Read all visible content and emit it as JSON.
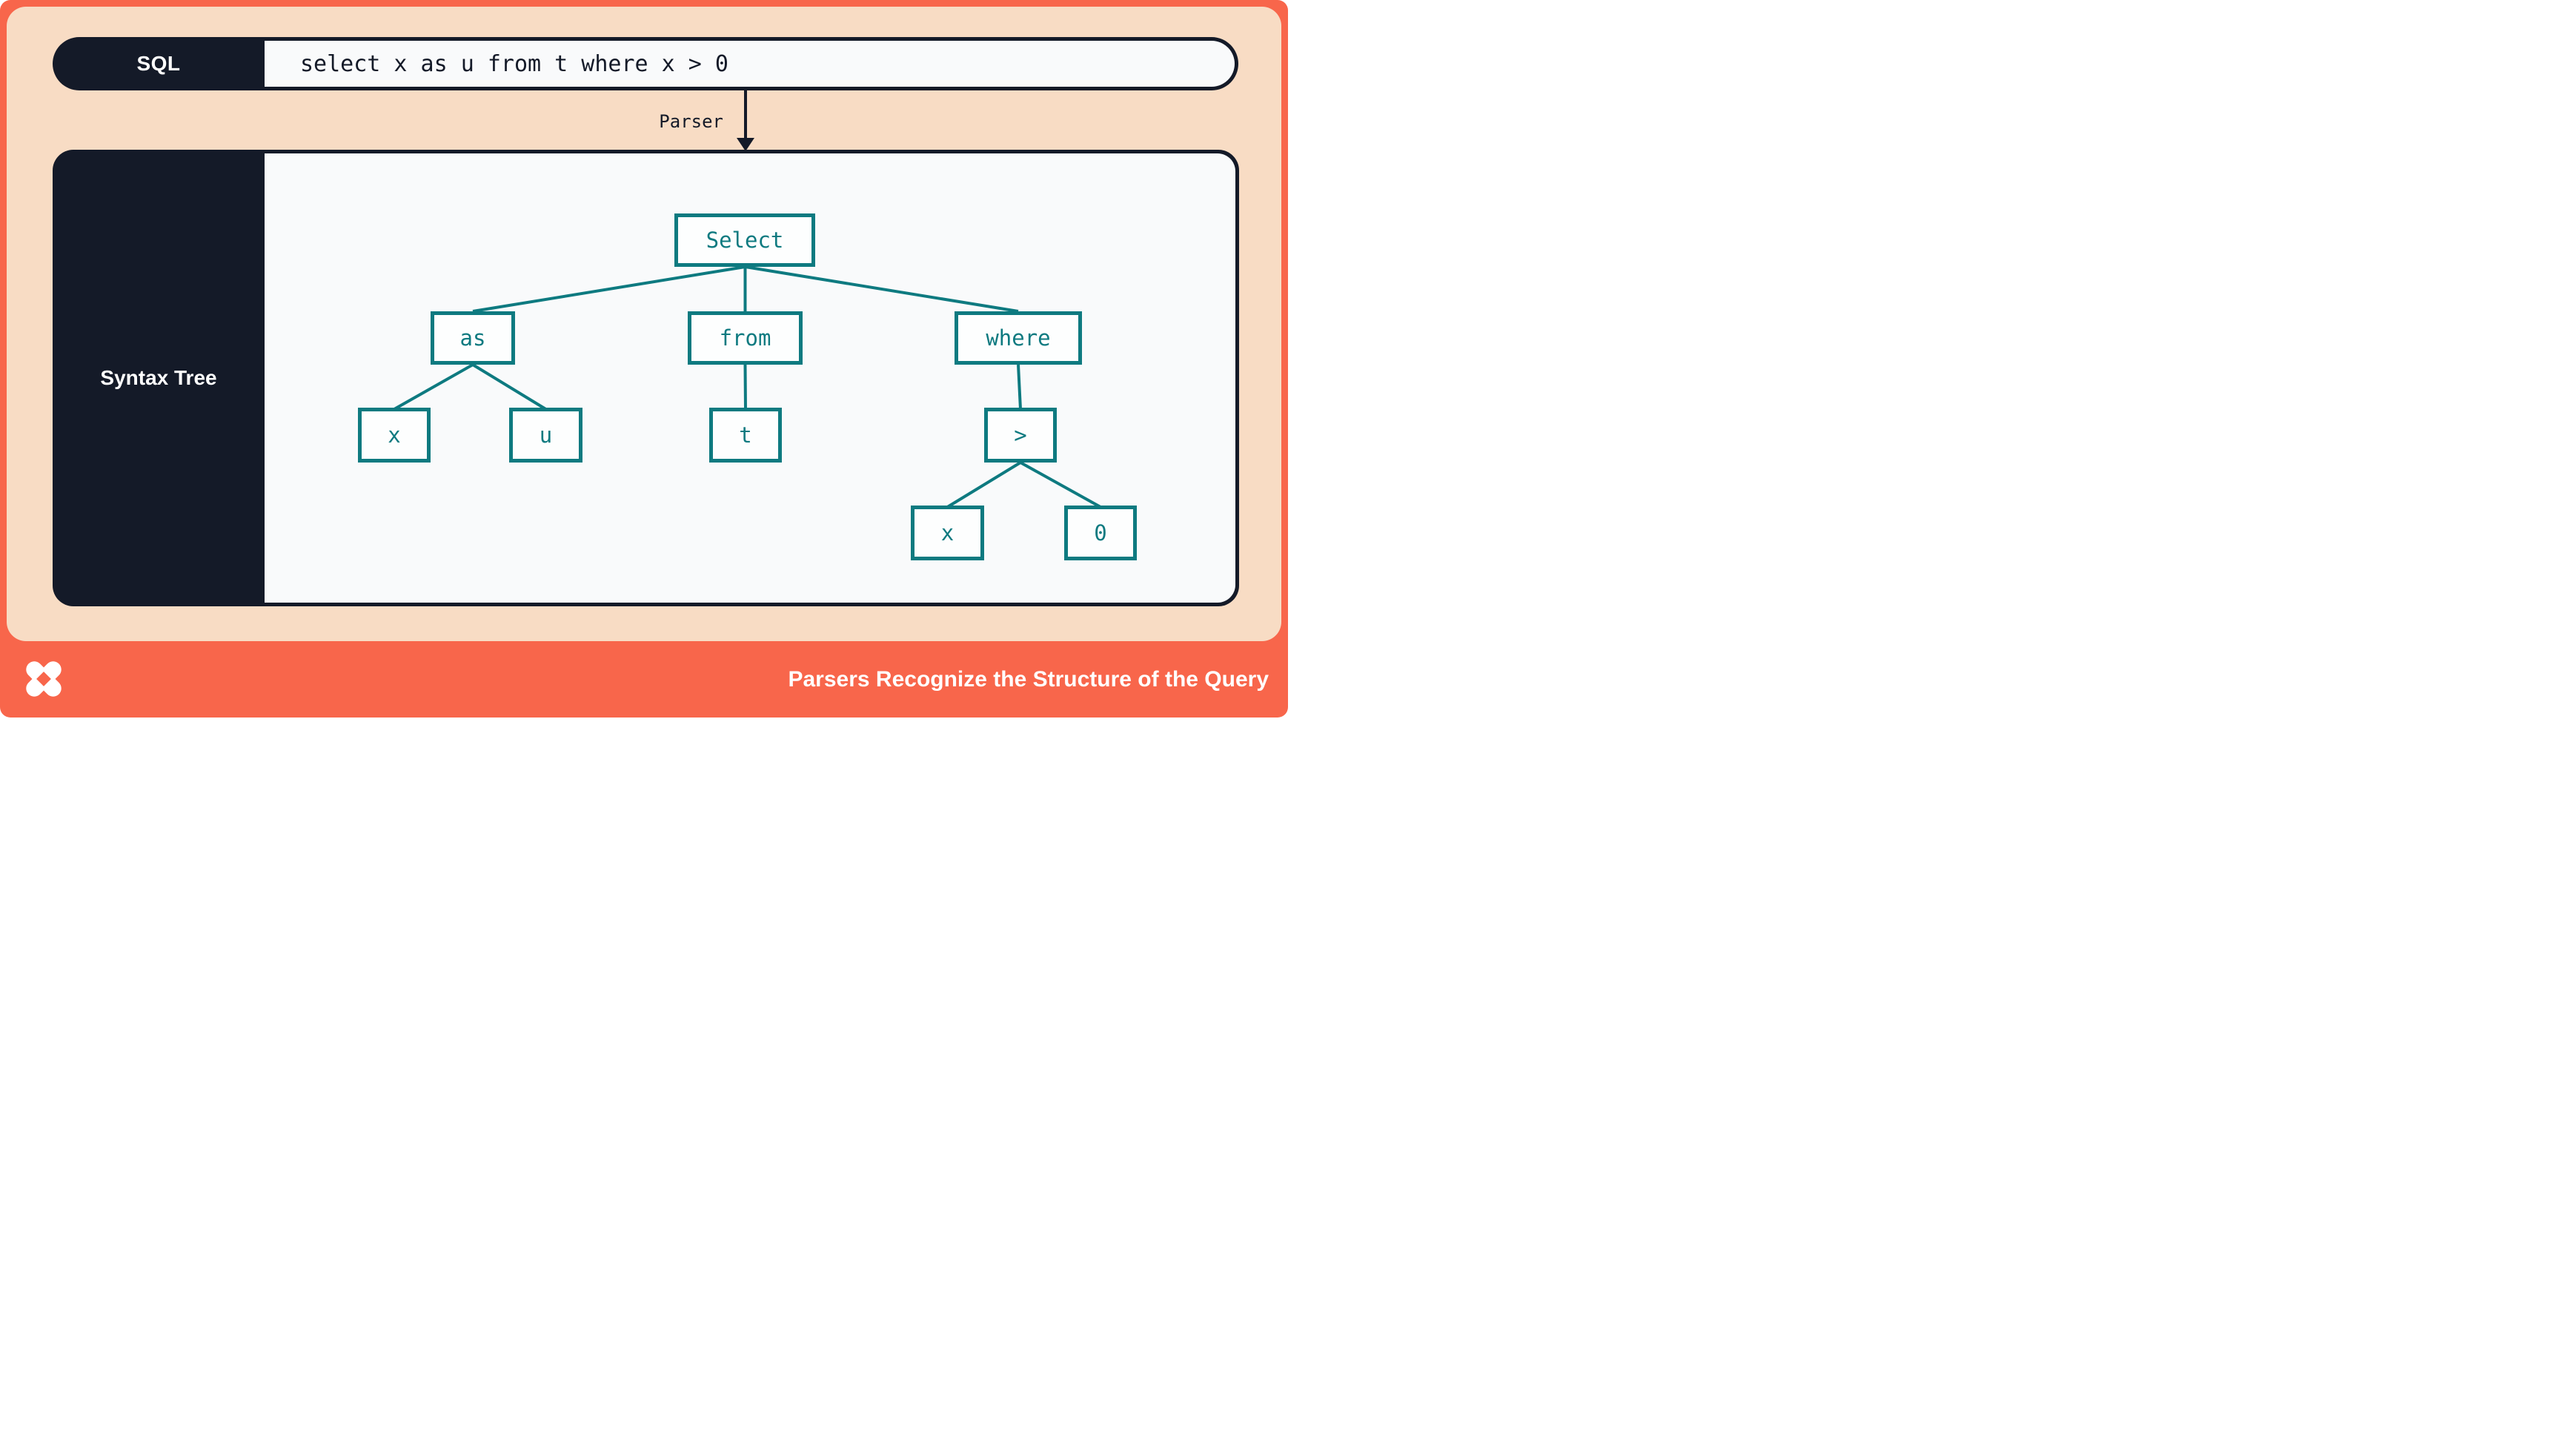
{
  "slide": {
    "sql_bar": {
      "label": "SQL",
      "query": "select x as u from t where x > 0"
    },
    "parser": {
      "label": "Parser"
    },
    "syntax_tree": {
      "panel_label": "Syntax Tree",
      "nodes": {
        "select": {
          "label": "Select"
        },
        "as": {
          "label": "as"
        },
        "from": {
          "label": "from"
        },
        "where": {
          "label": "where"
        },
        "x1": {
          "label": "x"
        },
        "u": {
          "label": "u"
        },
        "t": {
          "label": "t"
        },
        "gt": {
          "label": ">"
        },
        "x2": {
          "label": "x"
        },
        "zero": {
          "label": "0"
        }
      },
      "edges": [
        [
          "Select",
          "as"
        ],
        [
          "Select",
          "from"
        ],
        [
          "Select",
          "where"
        ],
        [
          "as",
          "x"
        ],
        [
          "as",
          "u"
        ],
        [
          "from",
          "t"
        ],
        [
          "where",
          ">"
        ],
        [
          ">",
          "x"
        ],
        [
          ">",
          "0"
        ]
      ]
    },
    "footer": {
      "caption": "Parsers Recognize the Structure of the Query",
      "logo": "dbt-pinwheel-logo"
    }
  },
  "colors": {
    "coral": "#F8664B",
    "peach": "#F8DCC4",
    "navy": "#141A28",
    "teal": "#0E7A80",
    "panel_background": "#F9FAFB",
    "node_fill": "#FDFEFE",
    "text_white": "#FFFFFF"
  }
}
